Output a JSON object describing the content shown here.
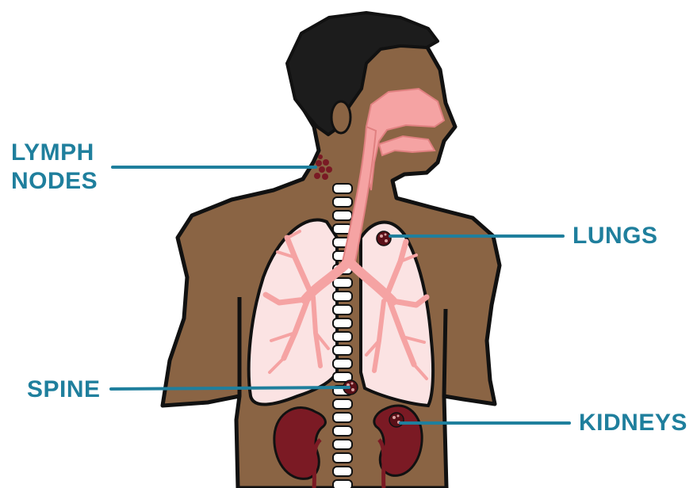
{
  "labels": {
    "lymph_nodes": [
      "LYMPH",
      "NODES"
    ],
    "lungs": "LUNGS",
    "spine": "SPINE",
    "kidneys": "KIDNEYS"
  },
  "colors": {
    "skin": "#8a6444",
    "hair": "#1c1c1c",
    "lung": "#fbe3e3",
    "airway": "#f5a3a3",
    "kidney": "#7b1a24",
    "vertebra": "#ffffff",
    "leader": "#1f7f9d",
    "tumor": "#5a1018"
  }
}
